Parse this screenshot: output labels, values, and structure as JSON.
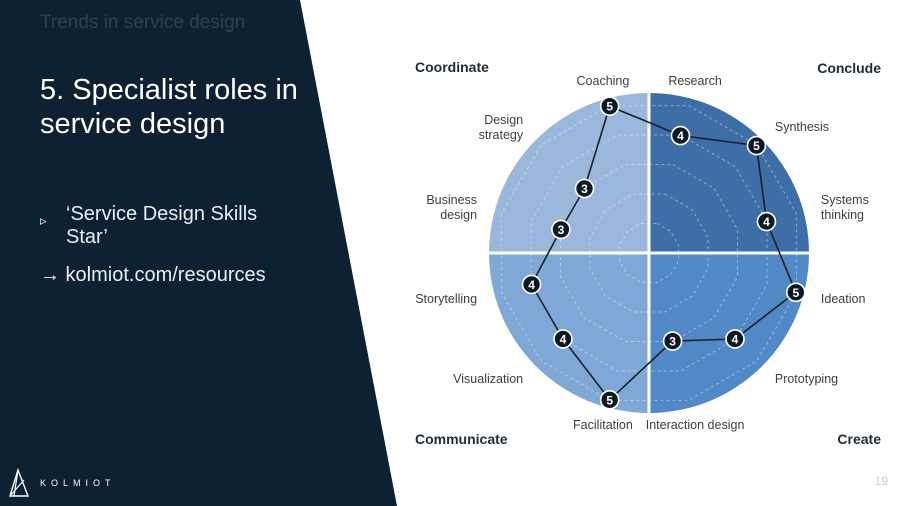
{
  "header": {
    "section_label": "Trends in service design"
  },
  "slide": {
    "title": "5. Specialist roles in service design",
    "bullet_marker": "▹",
    "bullet_text": "‘Service Design Skills Star’",
    "link_line": "→ kolmiot.com/resources",
    "page_number": "19"
  },
  "brand": {
    "name": "KOLMIOT"
  },
  "colors": {
    "dark_panel": "#0e2132",
    "quadrant_coordinate": "#9bb8dc",
    "quadrant_conclude": "#3d6ea8",
    "quadrant_communicate": "#80a8d6",
    "quadrant_create": "#5188c6",
    "star_line": "#1b1f26",
    "node_fill": "#0d1a26"
  },
  "skills_star": {
    "quadrants": [
      {
        "name": "Coordinate",
        "position": "top-left"
      },
      {
        "name": "Conclude",
        "position": "top-right"
      },
      {
        "name": "Communicate",
        "position": "bottom-left"
      },
      {
        "name": "Create",
        "position": "bottom-right"
      }
    ],
    "max_level": 5,
    "skills": [
      {
        "label": "Research",
        "value": 4
      },
      {
        "label": "Synthesis",
        "value": 5
      },
      {
        "label": "Systems thinking",
        "value": 4
      },
      {
        "label": "Ideation",
        "value": 5
      },
      {
        "label": "Prototyping",
        "value": 4
      },
      {
        "label": "Interaction design",
        "value": 3
      },
      {
        "label": "Facilitation",
        "value": 5
      },
      {
        "label": "Visualization",
        "value": 4
      },
      {
        "label": "Storytelling",
        "value": 4
      },
      {
        "label": "Business design",
        "value": 3
      },
      {
        "label": "Design strategy",
        "value": 3
      },
      {
        "label": "Coaching",
        "value": 5
      }
    ]
  }
}
